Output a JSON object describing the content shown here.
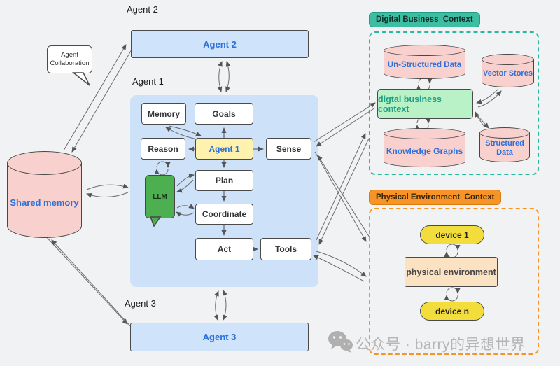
{
  "labels": {
    "agent2_section": "Agent 2",
    "agent1_section": "Agent 1",
    "agent3_section": "Agent 3"
  },
  "nodes": {
    "agent2": "Agent 2",
    "agent3": "Agent 3",
    "shared_memory": "Shared memory",
    "collaboration": "Agent Collaboration",
    "memory": "Memory",
    "goals": "Goals",
    "reason": "Reason",
    "agent1": "Agent 1",
    "sense": "Sense",
    "llm": "LLM",
    "plan": "Plan",
    "coordinate": "Coordinate",
    "act": "Act",
    "tools": "Tools"
  },
  "digital_context": {
    "title": "Digital Business  Context",
    "unstructured_data": "Un-Structured Data",
    "vector_stores": "Vector Stores",
    "center_box": "digtal business context",
    "knowledge_graphs": "Knowledge Graphs",
    "structured_data": "Structured Data"
  },
  "physical_context": {
    "title": "Physical Environment  Context",
    "device_1": "device 1",
    "environment": "physical environment",
    "device_n": "device n"
  },
  "watermark": {
    "icon": "wechat-icon",
    "text": "公众号 · barry的异想世界"
  },
  "colors": {
    "background": "#f1f2f4",
    "panel_blue": "#cde1f9",
    "agent_box_blue": "#cfe3fa",
    "accent_blue_text": "#2e70d9",
    "agent1_yellow": "#fff2ae",
    "llm_green": "#4caf50",
    "cylinder_pink": "#f8d0cd",
    "context_green_box": "#b9f2c6",
    "teal": "#3dbda2",
    "orange": "#f79428",
    "device_yellow": "#f3dd3d",
    "environment_tan": "#fbe2c3",
    "arrow_gray": "#6b6b6b",
    "watermark_gray": "#b5b5b5"
  }
}
